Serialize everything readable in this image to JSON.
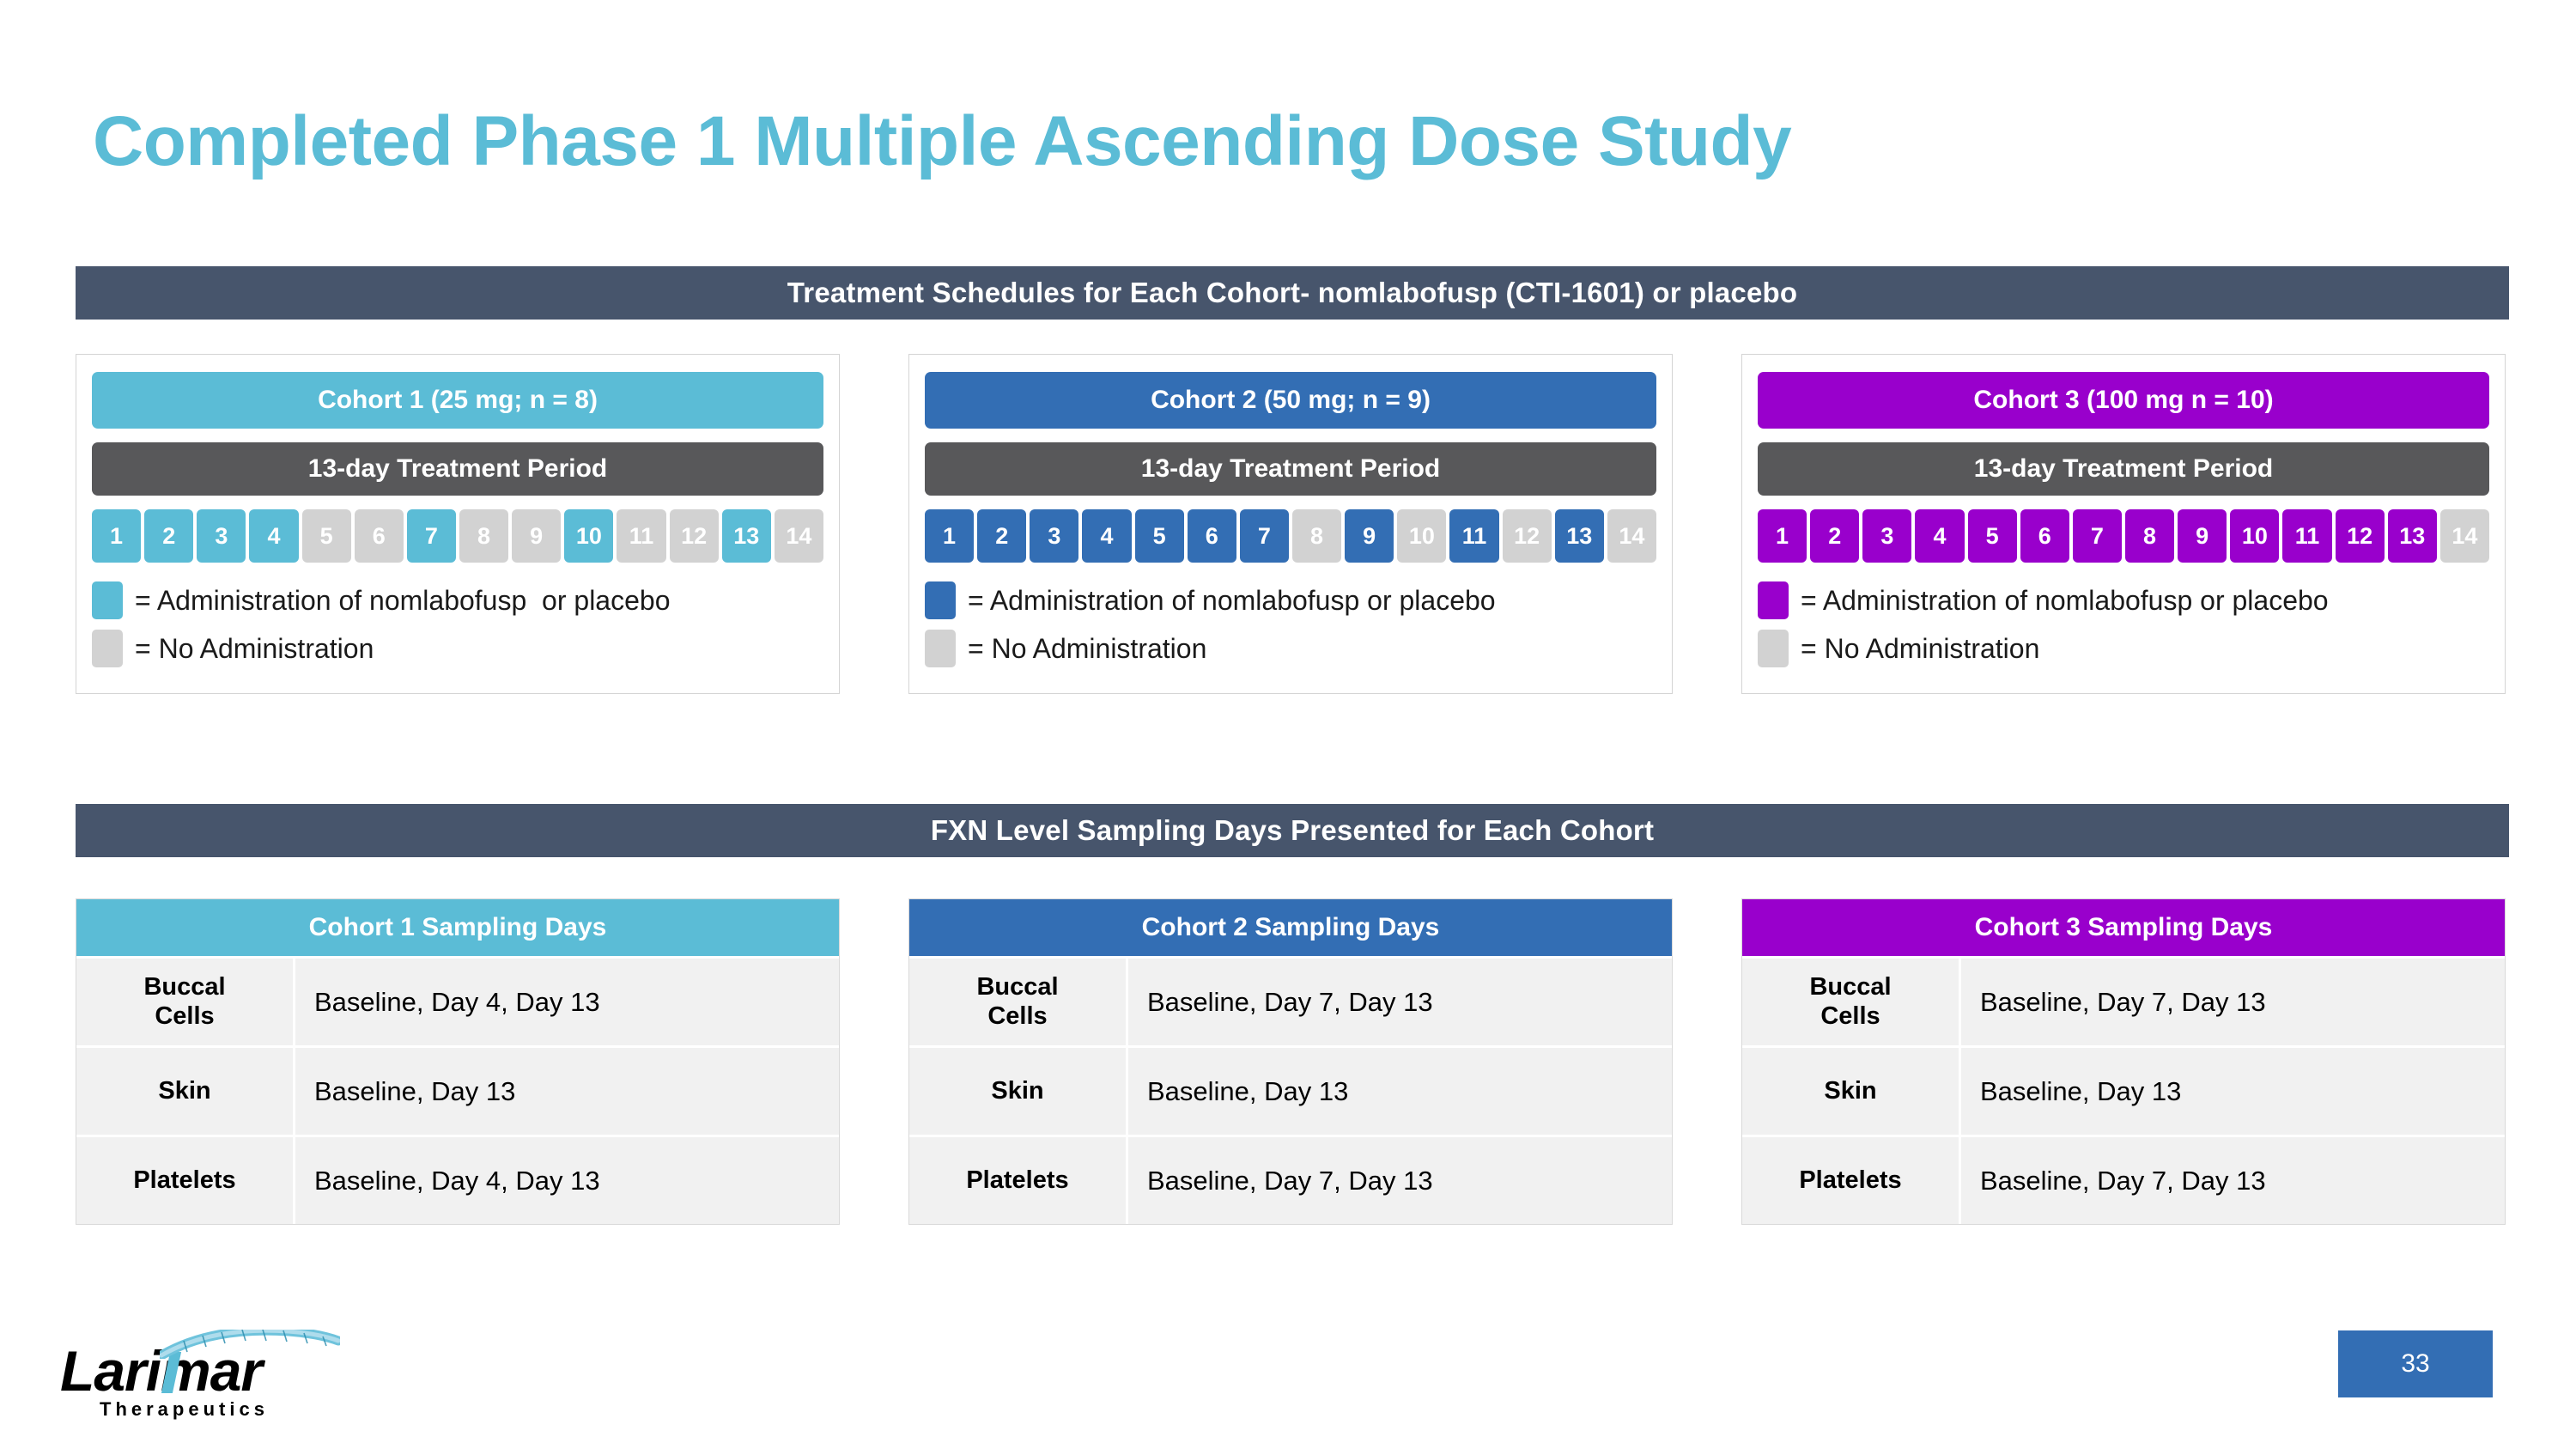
{
  "slide": {
    "title": "Completed Phase 1 Multiple Ascending Dose Study",
    "title_color": "#5BBCD6",
    "page_number": "33"
  },
  "sections": {
    "treatment_header": "Treatment Schedules for Each Cohort- nomlabofusp (CTI-1601) or placebo",
    "fxn_header": "FXN Level Sampling Days Presented for Each Cohort",
    "bar_color": "#47556C"
  },
  "treatment_period_label": "13-day Treatment Period",
  "no_admin_color": "#D2D2D2",
  "cohorts": [
    {
      "title": "Cohort 1 (25 mg; n = 8)",
      "color": "#5BBCD6",
      "days": [
        {
          "n": "1",
          "on": true
        },
        {
          "n": "2",
          "on": true
        },
        {
          "n": "3",
          "on": true
        },
        {
          "n": "4",
          "on": true
        },
        {
          "n": "5",
          "on": false
        },
        {
          "n": "6",
          "on": false
        },
        {
          "n": "7",
          "on": true
        },
        {
          "n": "8",
          "on": false
        },
        {
          "n": "9",
          "on": false
        },
        {
          "n": "10",
          "on": true
        },
        {
          "n": "11",
          "on": false
        },
        {
          "n": "12",
          "on": false
        },
        {
          "n": "13",
          "on": true
        },
        {
          "n": "14",
          "on": false
        }
      ],
      "legend_admin": "= Administration of nomlabofusp  or placebo",
      "legend_none": "= No Administration"
    },
    {
      "title": "Cohort 2 (50 mg; n = 9)",
      "color": "#336EB4",
      "days": [
        {
          "n": "1",
          "on": true
        },
        {
          "n": "2",
          "on": true
        },
        {
          "n": "3",
          "on": true
        },
        {
          "n": "4",
          "on": true
        },
        {
          "n": "5",
          "on": true
        },
        {
          "n": "6",
          "on": true
        },
        {
          "n": "7",
          "on": true
        },
        {
          "n": "8",
          "on": false
        },
        {
          "n": "9",
          "on": true
        },
        {
          "n": "10",
          "on": false
        },
        {
          "n": "11",
          "on": true
        },
        {
          "n": "12",
          "on": false
        },
        {
          "n": "13",
          "on": true
        },
        {
          "n": "14",
          "on": false
        }
      ],
      "legend_admin": "= Administration of nomlabofusp or placebo",
      "legend_none": "= No Administration"
    },
    {
      "title": "Cohort 3 (100 mg n = 10)",
      "color": "#9900CC",
      "days": [
        {
          "n": "1",
          "on": true
        },
        {
          "n": "2",
          "on": true
        },
        {
          "n": "3",
          "on": true
        },
        {
          "n": "4",
          "on": true
        },
        {
          "n": "5",
          "on": true
        },
        {
          "n": "6",
          "on": true
        },
        {
          "n": "7",
          "on": true
        },
        {
          "n": "8",
          "on": true
        },
        {
          "n": "9",
          "on": true
        },
        {
          "n": "10",
          "on": true
        },
        {
          "n": "11",
          "on": true
        },
        {
          "n": "12",
          "on": true
        },
        {
          "n": "13",
          "on": true
        },
        {
          "n": "14",
          "on": false
        }
      ],
      "legend_admin": "= Administration of nomlabofusp or placebo",
      "legend_none": "= No Administration"
    }
  ],
  "sampling_tables": [
    {
      "header": "Cohort 1 Sampling Days",
      "color": "#5BBCD6",
      "rows": [
        {
          "label": "Buccal\nCells",
          "value": "Baseline, Day 4, Day 13"
        },
        {
          "label": "Skin",
          "value": "Baseline, Day 13"
        },
        {
          "label": "Platelets",
          "value": "Baseline, Day 4, Day 13"
        }
      ]
    },
    {
      "header": "Cohort 2 Sampling Days",
      "color": "#336EB4",
      "rows": [
        {
          "label": "Buccal\nCells",
          "value": "Baseline, Day 7, Day 13"
        },
        {
          "label": "Skin",
          "value": "Baseline, Day 13"
        },
        {
          "label": "Platelets",
          "value": "Baseline, Day 7, Day 13"
        }
      ]
    },
    {
      "header": "Cohort 3 Sampling Days",
      "color": "#9900CC",
      "rows": [
        {
          "label": "Buccal\nCells",
          "value": "Baseline, Day 7, Day 13"
        },
        {
          "label": "Skin",
          "value": "Baseline, Day 13"
        },
        {
          "label": "Platelets",
          "value": "Baseline, Day 7, Day 13"
        }
      ]
    }
  ],
  "logo": {
    "word": "Larimar",
    "subtitle": "Therapeutics",
    "accent_color": "#5BBCD6"
  }
}
